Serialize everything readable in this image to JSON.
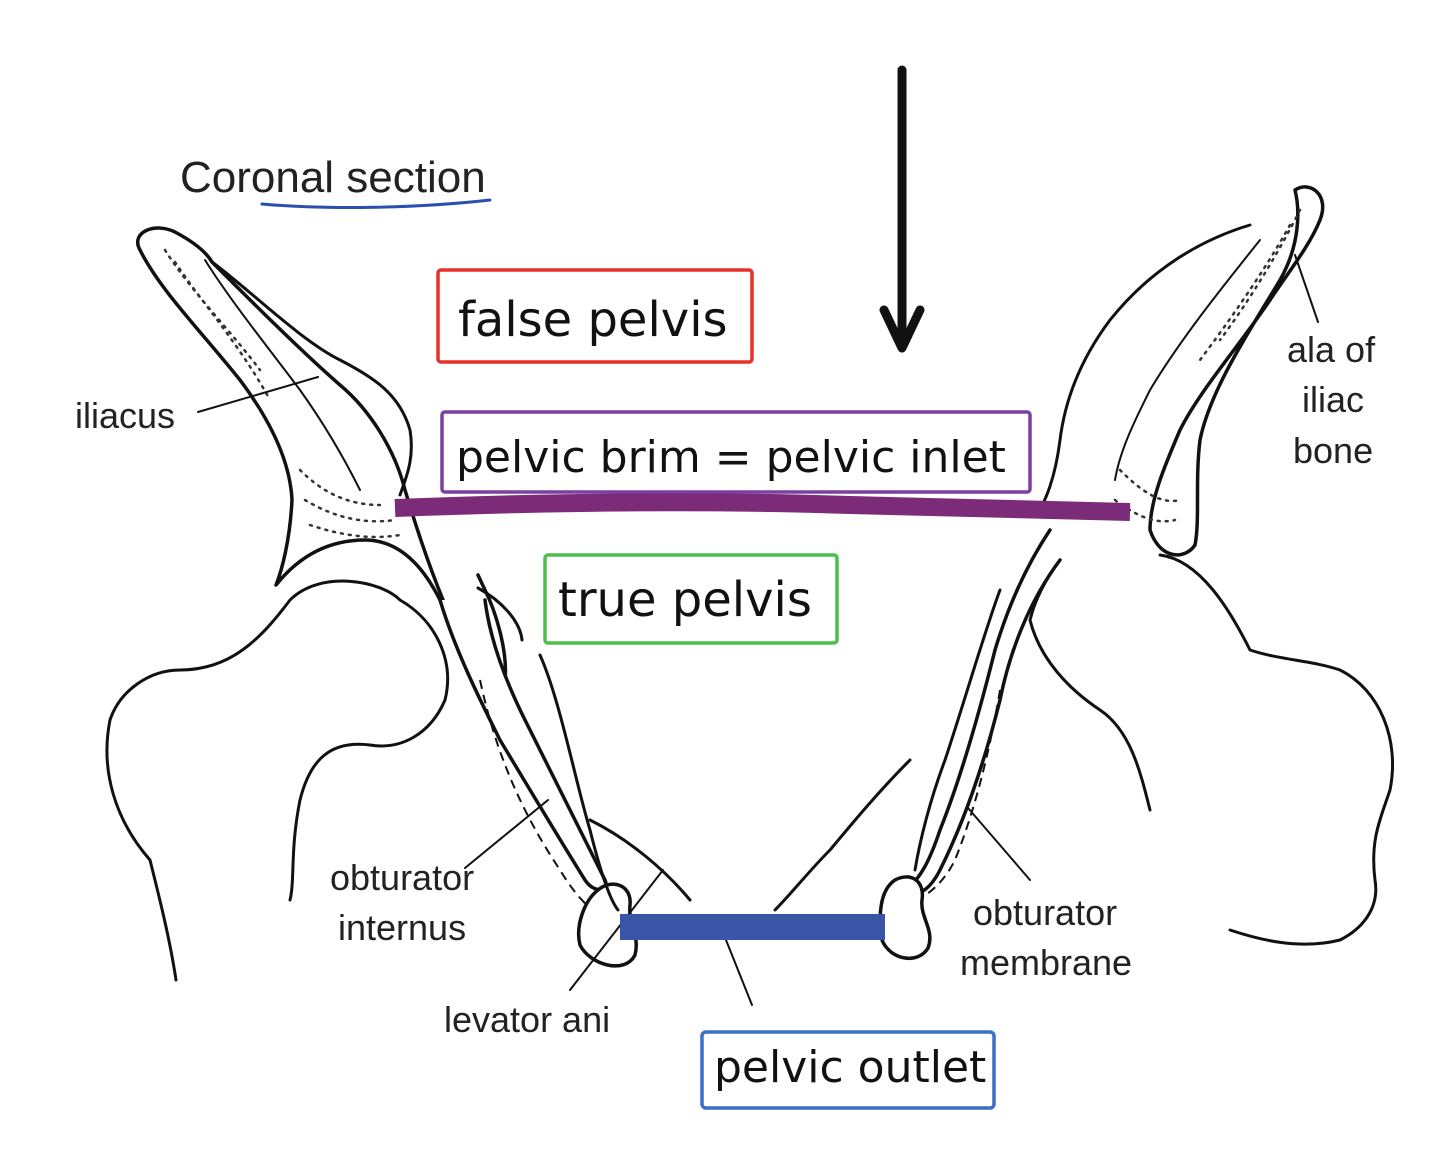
{
  "title": "Coronal section",
  "regions": {
    "false_pelvis": "false pelvis",
    "pelvic_brim": "pelvic brim = pelvic inlet",
    "true_pelvis": "true pelvis",
    "pelvic_outlet": "pelvic outlet"
  },
  "labels": {
    "iliacus": "iliacus",
    "ala_line1": "ala of",
    "ala_line2": "iliac",
    "ala_line3": "bone",
    "obt_int_line1": "obturator",
    "obt_int_line2": "internus",
    "levator": "levator ani",
    "obt_mem_line1": "obturator",
    "obt_mem_line2": "membrane"
  },
  "colors": {
    "false_pelvis_box": "#e8302a",
    "pelvic_brim_box": "#7a3fa0",
    "pelvic_brim_bar": "#7b2b78",
    "true_pelvis_box": "#4cbf4c",
    "pelvic_outlet_box": "#3b6fc8",
    "pelvic_outlet_bar": "#3a55a8",
    "title_underline": "#2a4fb0"
  }
}
